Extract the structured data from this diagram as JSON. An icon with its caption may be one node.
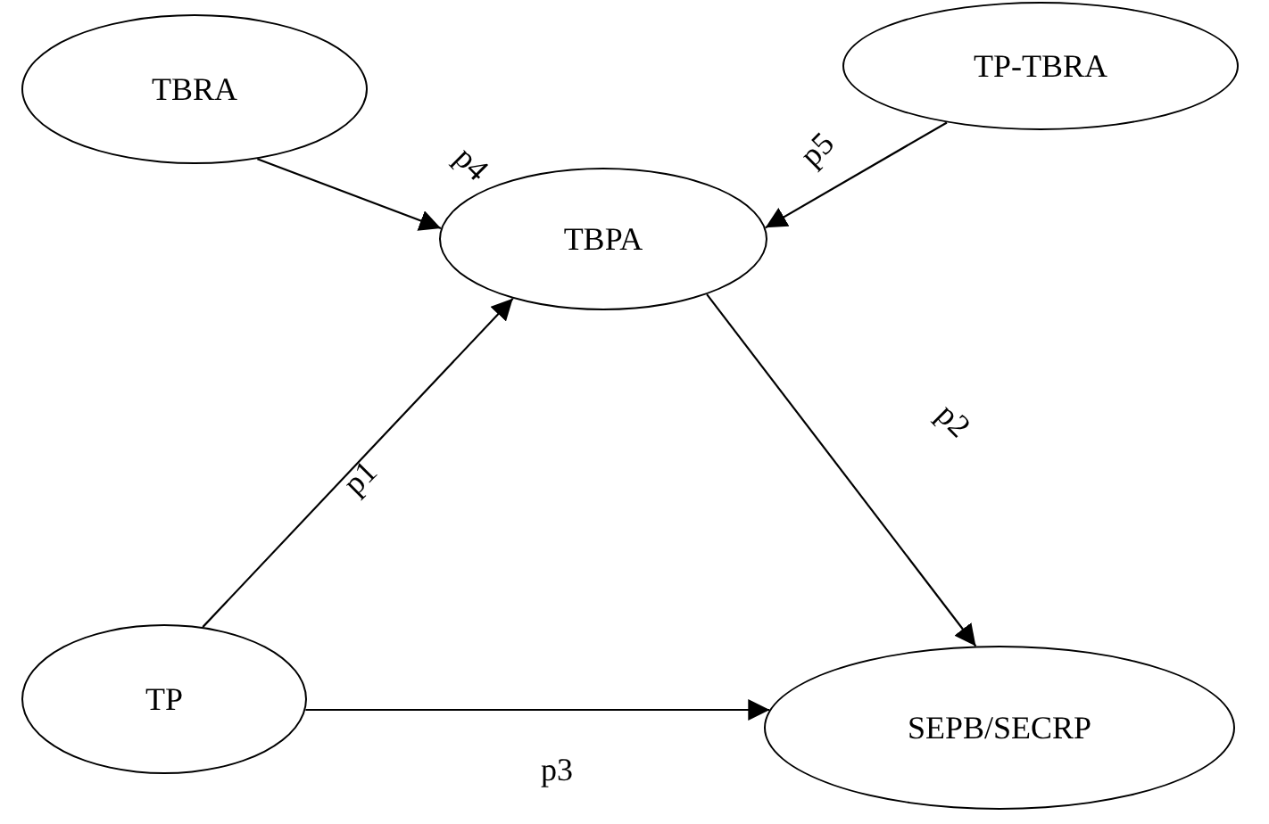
{
  "diagram": {
    "nodes": [
      {
        "text": [
          "TBRA"
        ]
      },
      {
        "text": [
          "TP-TBRA"
        ]
      },
      {
        "text": [
          "TBPA"
        ]
      },
      {
        "text": [
          "TP"
        ]
      },
      {
        "text": [
          "SEPB/SECRP"
        ]
      }
    ],
    "edges": [
      {
        "from": 0,
        "to": 2,
        "arrow": "to",
        "label": "p4"
      },
      {
        "from": 1,
        "to": 2,
        "arrow": "to",
        "label": "p5"
      },
      {
        "from": 3,
        "to": 2,
        "arrow": "to",
        "label": "p1"
      },
      {
        "from": 2,
        "to": 4,
        "arrow": "to",
        "label": "p2"
      },
      {
        "from": 3,
        "to": 4,
        "arrow": "to",
        "label": "p3"
      }
    ]
  }
}
